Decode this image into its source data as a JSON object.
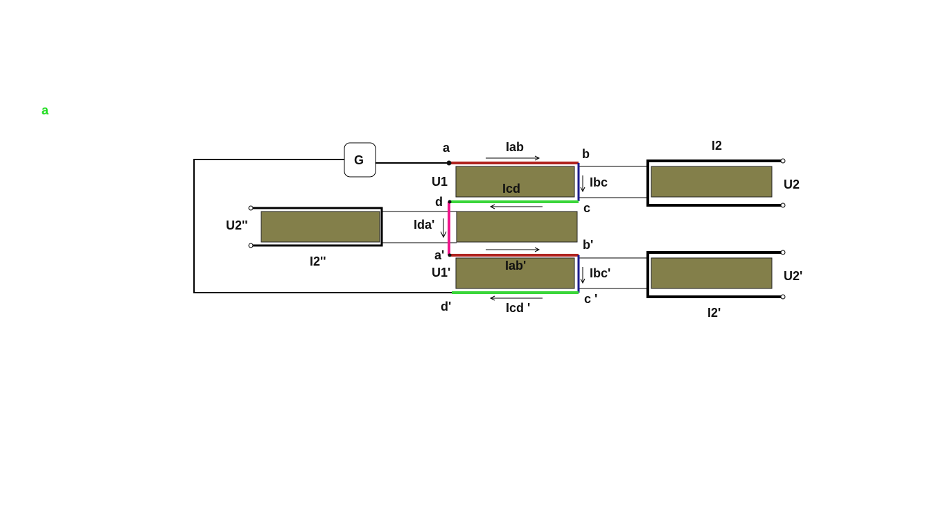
{
  "corner_label": "a",
  "generator_label": "G",
  "nodes": {
    "a": "a",
    "b": "b",
    "c": "c",
    "d": "d",
    "a_p": "a'",
    "b_p": "b'",
    "c_p": "c '",
    "d_p": "d'"
  },
  "currents": {
    "iab": "Iab",
    "ibc": "Ibc",
    "icd": "Icd",
    "ida_p": "Ida'",
    "iab_p": "Iab'",
    "ibc_p": "Ibc'",
    "icd_p": "Icd '"
  },
  "voltages": {
    "u1": "U1",
    "u1_p": "U1'",
    "u2": "U2",
    "u2_p": "U2'",
    "u2_pp": "U2''"
  },
  "secondary_currents": {
    "i2": "I2",
    "i2_p": "I2'",
    "i2_pp": "I2''"
  },
  "colors": {
    "ab": "#b0221e",
    "bc": "#1c1c8c",
    "cd": "#3ad63a",
    "da": "#f0158c",
    "core": "#837f4a",
    "corner_label": "#22dd22"
  }
}
